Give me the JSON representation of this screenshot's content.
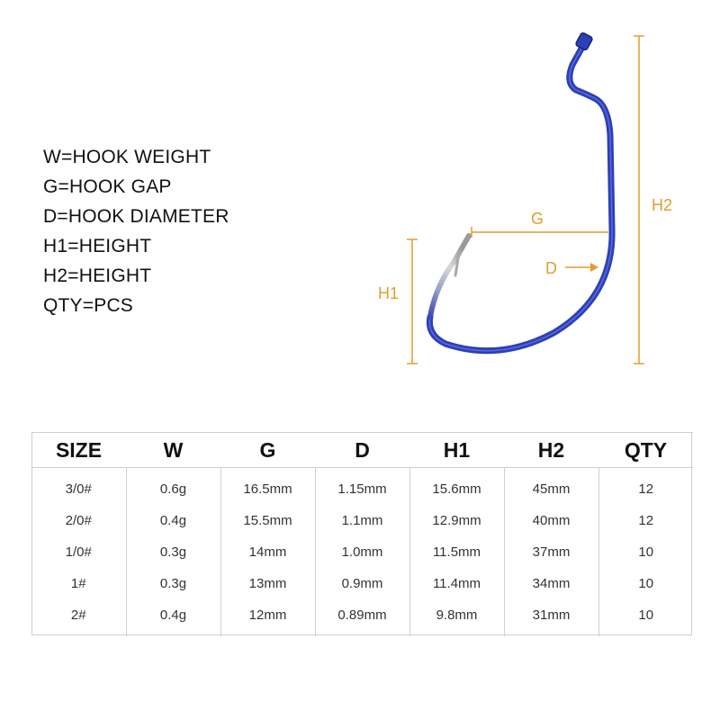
{
  "legend": [
    "W=HOOK WEIGHT",
    "G=HOOK GAP",
    "D=HOOK DIAMETER",
    "H1=HEIGHT",
    "H2=HEIGHT",
    "QTY=PCS"
  ],
  "diagram": {
    "label_g": "G",
    "label_d": "D",
    "label_h1": "H1",
    "label_h2": "H2",
    "dimension_color": "#e59a2c",
    "hook_color": "#2d3fb8",
    "point_color": "#b9b9b9"
  },
  "table": {
    "headers": [
      "SIZE",
      "W",
      "G",
      "D",
      "H1",
      "H2",
      "QTY"
    ],
    "rows": [
      [
        "3/0#",
        "0.6g",
        "16.5mm",
        "1.15mm",
        "15.6mm",
        "45mm",
        "12"
      ],
      [
        "2/0#",
        "0.4g",
        "15.5mm",
        "1.1mm",
        "12.9mm",
        "40mm",
        "12"
      ],
      [
        "1/0#",
        "0.3g",
        "14mm",
        "1.0mm",
        "11.5mm",
        "37mm",
        "10"
      ],
      [
        "1#",
        "0.3g",
        "13mm",
        "0.9mm",
        "11.4mm",
        "34mm",
        "10"
      ],
      [
        "2#",
        "0.4g",
        "12mm",
        "0.89mm",
        "9.8mm",
        "31mm",
        "10"
      ]
    ]
  }
}
